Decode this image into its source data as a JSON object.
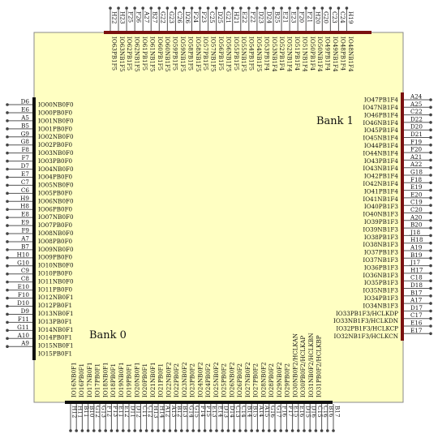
{
  "banks": {
    "bank1": "Bank 1",
    "bank0": "Bank 0"
  },
  "top": {
    "pins": [
      "H22",
      "H23",
      "F25",
      "F26",
      "A27",
      "B27",
      "G22",
      "G23",
      "C26",
      "D26",
      "F24",
      "F23",
      "C25",
      "D25",
      "G21",
      "H21",
      "E22",
      "F22",
      "D23",
      "D24",
      "B25",
      "E21",
      "E23",
      "F20",
      "F21",
      "H20",
      "G20",
      "C23",
      "C24",
      "H19"
    ],
    "signals": [
      "IO63PB1F5",
      "IO63NB1F5",
      "IO62PB1F5",
      "IO62NB1F5",
      "IO61PB1F5",
      "IO61NB1F5",
      "IO60PB1F5",
      "IO60NB1F5",
      "IO59PB1F5",
      "IO59NB1F5",
      "IO58PB1F5",
      "IO58NB1F5",
      "IO57PB1F5",
      "IO57NB1F5",
      "IO56PB1F5",
      "IO56NB1F5",
      "IO55PB1F5",
      "IO55NB1F5",
      "IO54PB1F5",
      "IO54NB1F5",
      "IO53PB1F4",
      "IO53NB1F4",
      "IO52PB1F4",
      "IO52NB1F4",
      "IO51PB1F4",
      "IO51NB1F4",
      "IO50PB1F4",
      "IO50NB1F4",
      "IO49PB1F4",
      "IO49NB1F4",
      "IO48PB1F4",
      "IO48NB1F4"
    ]
  },
  "right": {
    "pins": [
      "A24",
      "A25",
      "C22",
      "D22",
      "D20",
      "D21",
      "F19",
      "F20",
      "A21",
      "A22",
      "G18",
      "F18",
      "E19",
      "E20",
      "C19",
      "C20",
      "A20",
      "B20",
      "J18",
      "H18",
      "A19",
      "B19",
      "J17",
      "H17",
      "C18",
      "D18",
      "B17",
      "A17",
      "D17",
      "C17",
      "E16",
      "E17"
    ],
    "signals": [
      "IO47PB1F4",
      "IO47NB1F4",
      "IO46PB1F4",
      "IO46NB1F4",
      "IO45PB1F4",
      "IO45NB1F4",
      "IO44PB1F4",
      "IO44NB1F4",
      "IO43PB1F4",
      "IO43NB1F4",
      "IO42PB1F4",
      "IO42NB1F4",
      "IO41PB1F4",
      "IO41NB1F4",
      "IO40PB1F3",
      "IO40NB1F3",
      "IO39PB1F3",
      "IO39NB1F3",
      "IO38PB1F3",
      "IO38NB1F3",
      "IO37PB1F3",
      "IO37NB1F3",
      "IO36PB1F3",
      "IO36NB1F3",
      "IO35PB1F3",
      "IO35NB1F3",
      "IO34PB1F3",
      "IO34NB1F3",
      "IO33PB1F3/HCLKDP",
      "IO33NB1F3/HCLKDN",
      "IO32PB1F3/HCLKCP",
      "IO32NB1F3/HCLKCN"
    ]
  },
  "left": {
    "pins": [
      "D6",
      "E6",
      "A5",
      "B5",
      "G9",
      "G8",
      "F8",
      "F7",
      "D7",
      "E7",
      "C7",
      "C6",
      "H9",
      "H8",
      "E8",
      "E9",
      "F9",
      "A7",
      "B7",
      "H10",
      "G10",
      "C9",
      "C8",
      "E10",
      "F10",
      "D10",
      "D9",
      "F11",
      "G11",
      "A10",
      "A9"
    ],
    "signals": [
      "IO00NB0F0",
      "IO00PB0F0",
      "IO01NB0F0",
      "IO01PB0F0",
      "IO02NB0F0",
      "IO02PB0F0",
      "IO03NB0F0",
      "IO03PB0F0",
      "IO04NB0F0",
      "IO04PB0F0",
      "IO05NB0F0",
      "IO05PB0F0",
      "IO06NB0F0",
      "IO06PB0F0",
      "IO07NB0F0",
      "IO07PB0F0",
      "IO08NB0F0",
      "IO08PB0F0",
      "IO09NB0F0",
      "IO09PB0F0",
      "IO10NB0F0",
      "IO10PB0F0",
      "IO11NB0F0",
      "IO11PB0F0",
      "IO12NB0F1",
      "IO12PB0F1",
      "IO13NB0F1",
      "IO13PB0F1",
      "IO14NB0F1",
      "IO14PB0F1",
      "IO15NB0F1",
      "IO15PB0F1"
    ]
  },
  "bottom": {
    "pins": [
      "H12",
      "H11",
      "B11",
      "B10",
      "G12",
      "G13",
      "F12",
      "F13",
      "E11",
      "E12",
      "D11",
      "D12",
      "C11",
      "C12",
      "H13",
      "H14",
      "A12",
      "A13",
      "B12",
      "B13",
      "G14",
      "G15",
      "F14",
      "F15",
      "E13",
      "E14",
      "D13",
      "D14",
      "C13",
      "C14",
      "B14",
      "B15",
      "A14",
      "A15",
      "G16",
      "G17",
      "F16",
      "F17",
      "E15",
      "E16",
      "D15",
      "D16",
      "C15",
      "C16",
      "B16",
      "B17"
    ],
    "signals": [
      "IO16NB0F1",
      "IO16PB0F1",
      "IO17NB0F1",
      "IO17PB0F1",
      "IO18NB0F1",
      "IO18PB0F1",
      "IO19NB0F1",
      "IO19PB0F1",
      "IO20NB0F1",
      "IO20PB0F1",
      "IO21NB0F1",
      "IO21PB0F1",
      "IO22NB0F2",
      "IO22PB0F2",
      "IO23NB0F2",
      "IO23PB0F2",
      "IO24NB0F2",
      "IO24PB0F2",
      "IO25NB0F2",
      "IO25PB0F2",
      "IO26NB0F2",
      "IO26PB0F2",
      "IO27NB0F2",
      "IO27PB0F2",
      "IO28NB0F2",
      "IO28PB0F2",
      "IO29NB0F2",
      "IO29PB0F2",
      "IO30NB0F2/HCLKAN",
      "IO30PB0F2/HCLKAP",
      "IO31NB0F2/HCLKBN",
      "IO31PB0F2/HCLKBP"
    ]
  }
}
